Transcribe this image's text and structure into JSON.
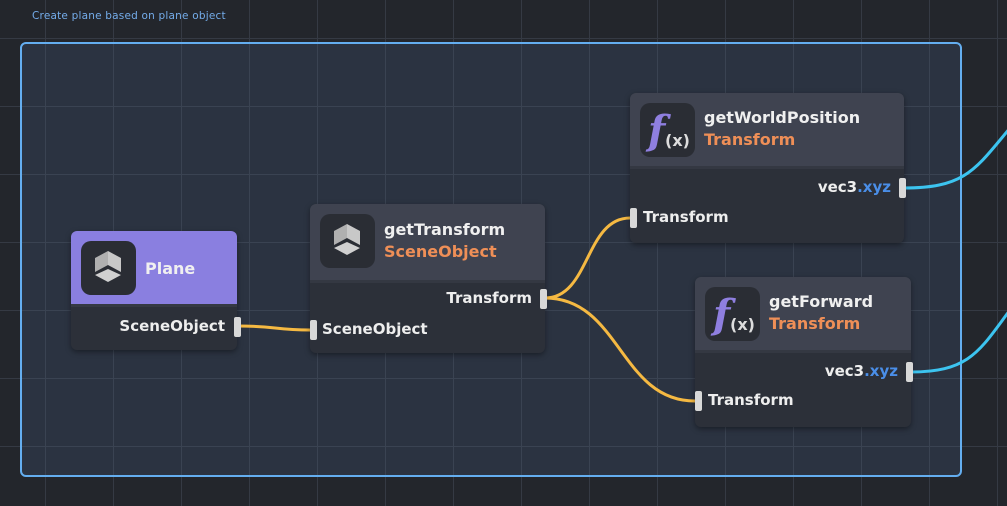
{
  "group": {
    "title": "Create plane based on plane object"
  },
  "nodes": {
    "plane": {
      "title": "Plane",
      "output": "SceneObject",
      "icon": "scene-object-cube-icon"
    },
    "getTransform": {
      "title": "getTransform",
      "subtitle": "SceneObject",
      "output": "Transform",
      "input": "SceneObject",
      "icon": "scene-object-cube-icon"
    },
    "getWorldPosition": {
      "title": "getWorldPosition",
      "subtitle": "Transform",
      "output_type": "vec3",
      "output_swizzle": ".xyz",
      "input": "Transform",
      "icon": "function-icon",
      "icon_text": "f",
      "icon_sub": "(x)"
    },
    "getForward": {
      "title": "getForward",
      "subtitle": "Transform",
      "output_type": "vec3",
      "output_swizzle": ".xyz",
      "input": "Transform",
      "icon": "function-icon",
      "icon_text": "f",
      "icon_sub": "(x)"
    }
  },
  "colors": {
    "group_border": "#64aef0",
    "plane_header": "#8a7fe0",
    "subtitle": "#ef8f57",
    "wire_transform": "#f5b942",
    "wire_vec3": "#3cc4f0"
  }
}
